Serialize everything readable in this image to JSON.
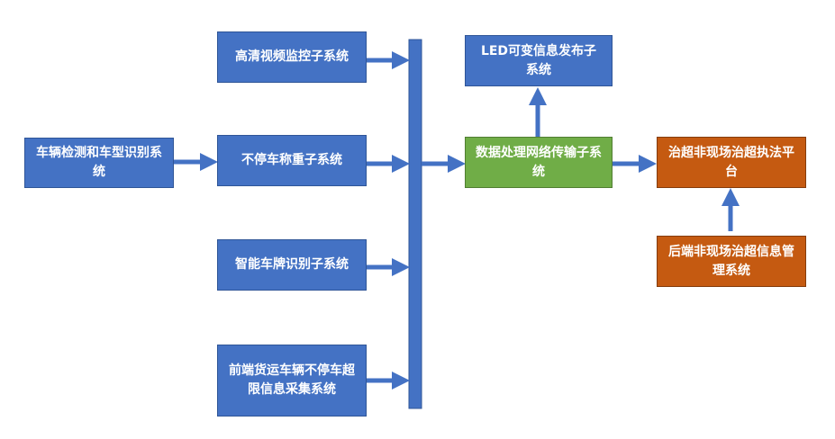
{
  "nodes": {
    "vehicle_detection": "车辆检测和车型识别系统",
    "hd_video": "高清视频监控子系统",
    "weighing": "不停车称重子系统",
    "plate_recognition": "智能车牌识别子系统",
    "front_collection": "前端货运车辆不停车超限信息采集系统",
    "data_network": "数据处理网络传输子系统",
    "led_publish": "LED可变信息发布子系统",
    "enforcement_platform": "治超非现场治超执法平台",
    "backend_management": "后端非现场治超信息管理系统"
  },
  "colors": {
    "blue": "#4472c4",
    "green": "#70ad47",
    "orange": "#c55a11"
  }
}
